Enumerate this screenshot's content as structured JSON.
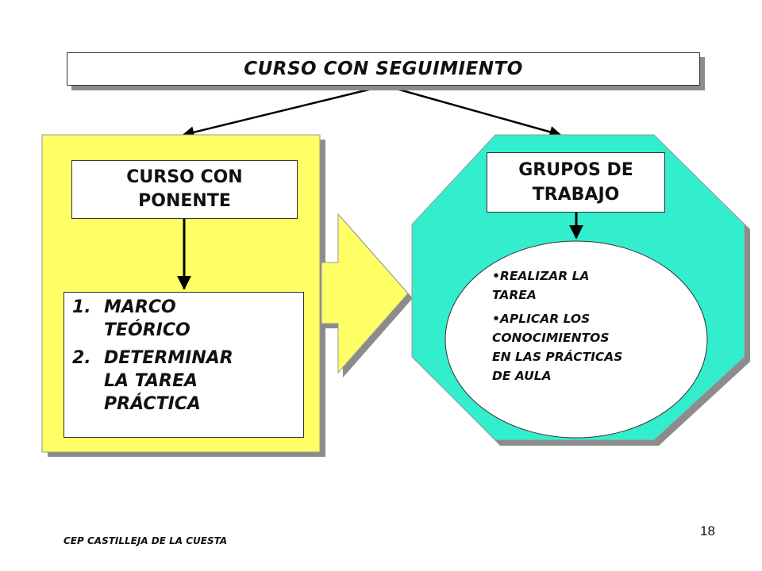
{
  "title": "CURSO CON SEGUIMIENTO",
  "left_panel": {
    "header_line1": "CURSO CON",
    "header_line2": "PONENTE",
    "tasks": [
      {
        "number": "1.",
        "line1": "MARCO",
        "line2": "TEÓRICO",
        "line3": ""
      },
      {
        "number": "2.",
        "line1": "DETERMINAR",
        "line2": "LA TAREA",
        "line3": "PRÁCTICA"
      }
    ]
  },
  "right_panel": {
    "header_line1": "GRUPOS DE",
    "header_line2": "TRABAJO",
    "bullets": [
      {
        "lines": [
          "•REALIZAR LA",
          "TAREA"
        ]
      },
      {
        "lines": [
          "•APLICAR LOS",
          "CONOCIMIENTOS",
          "EN LAS PRÁCTICAS",
          "DE AULA"
        ]
      }
    ]
  },
  "footer": "CEP CASTILLEJA DE LA CUESTA",
  "page_number": "18",
  "colors": {
    "left_panel_fill": "#FFFF66",
    "right_octagon_fill": "#33EECC",
    "shadow": "#8C8C8C",
    "box_fill": "#FFFFFF",
    "stroke": "#000000"
  }
}
